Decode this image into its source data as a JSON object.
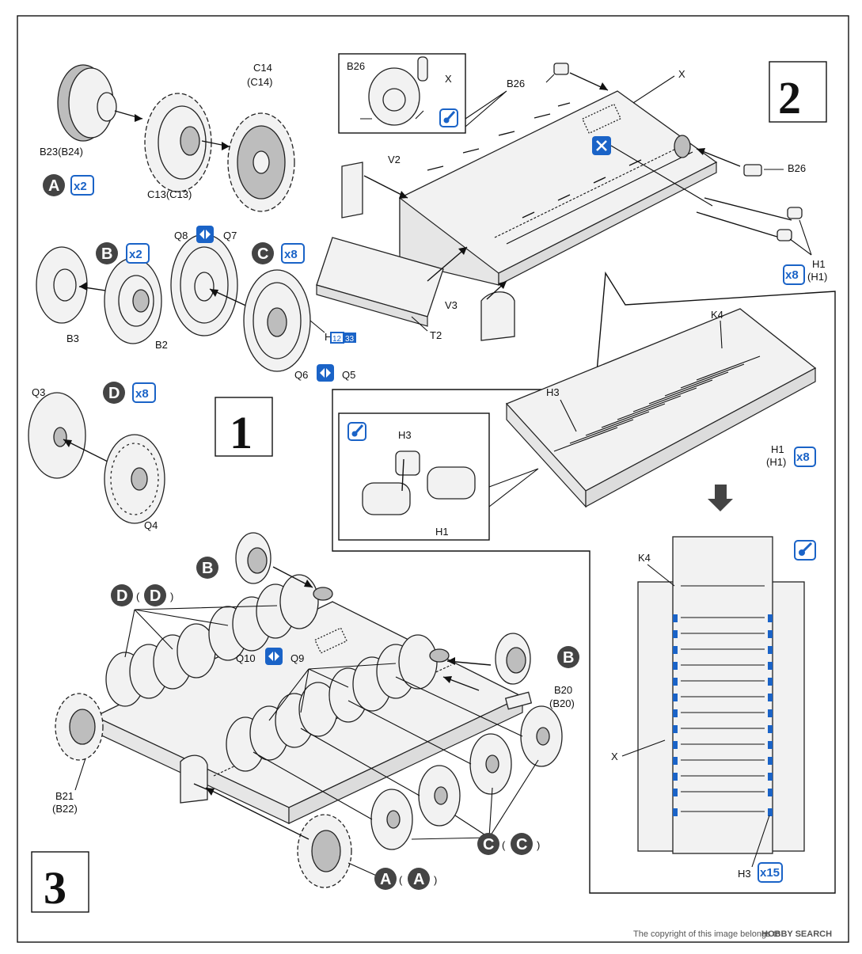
{
  "step_numbers": [
    "1",
    "2",
    "3"
  ],
  "step1": {
    "badges": {
      "A": {
        "letter": "A",
        "qty": "x2"
      },
      "B": {
        "letter": "B",
        "qty": "x2"
      },
      "C": {
        "letter": "C",
        "qty": "x8"
      },
      "D": {
        "letter": "D",
        "qty": "x8"
      }
    },
    "labels": {
      "c14": "C14",
      "c14_alt": "(C14)",
      "b23": "B23(B24)",
      "c13": "C13(C13)",
      "b3": "B3",
      "b2": "B2",
      "q8": "Q8",
      "q7": "Q7",
      "q6": "Q6",
      "q5": "Q5",
      "q3": "Q3",
      "q4": "Q4",
      "paint_ref_letter": "H",
      "paint_ref_num1": "12",
      "paint_ref_num2": "33"
    }
  },
  "step2": {
    "labels": {
      "b26_inset": "B26",
      "x_inset": "X",
      "b26_top": "B26",
      "x_top": "X",
      "v2": "V2",
      "b26_right": "B26",
      "h1": "H1",
      "h1_alt": "(H1)",
      "h1_qty": "x8",
      "v3": "V3",
      "t2": "T2",
      "k4": "K4",
      "h3": "H3",
      "h3_inset": "H3",
      "h1_inset": "H1",
      "h1b": "H1",
      "h1b_alt": "(H1)",
      "h1b_qty": "x8",
      "k4_bottom": "K4",
      "x_bottom": "X",
      "h3_bottom": "H3",
      "h3_qty": "x15"
    }
  },
  "step3": {
    "labels": {
      "b_top": "B",
      "d_pair_a": "D",
      "d_pair_b": "D",
      "q10": "Q10",
      "q9": "Q9",
      "b_right": "B",
      "b20": "B20",
      "b20_alt": "(B20)",
      "b21": "B21",
      "b22": "(B22)",
      "c_pair_a": "C",
      "c_pair_b": "C",
      "a_pair_a": "A",
      "a_pair_b": "A"
    }
  },
  "footer": {
    "watermark": "HOBBY SEARCH",
    "copyright": "The copyright of this image belongs to"
  },
  "colors": {
    "accent": "#1a63c7",
    "ink": "#111111",
    "badge": "#444444"
  }
}
